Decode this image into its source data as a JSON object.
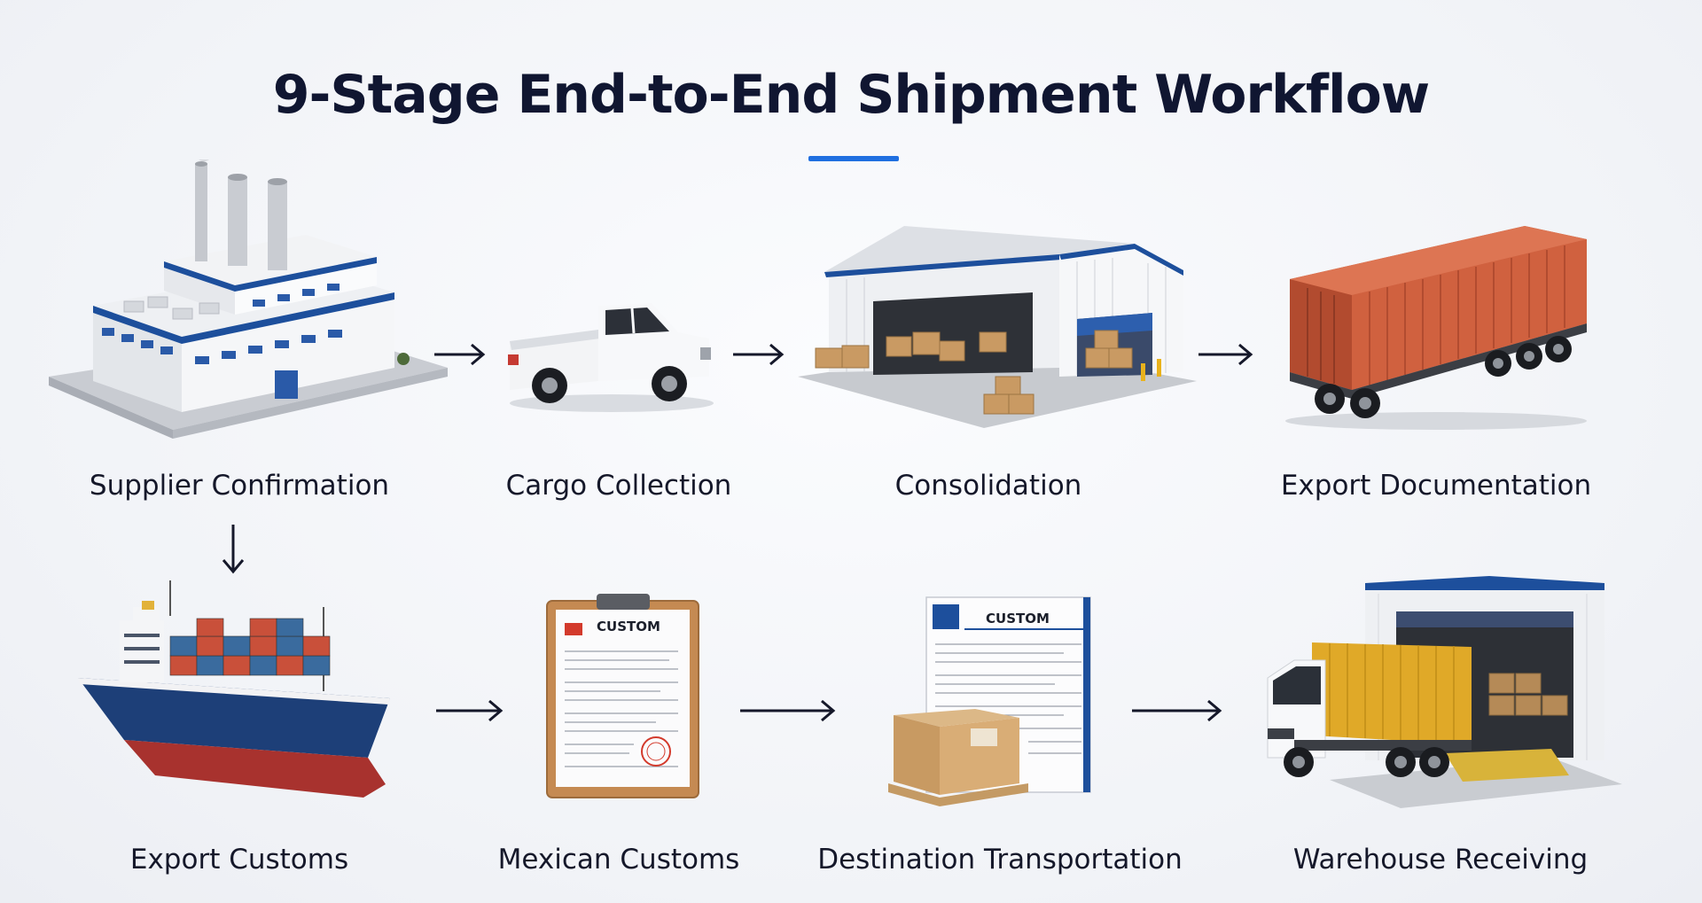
{
  "title": "9-Stage End-to-End Shipment Workflow",
  "stages": [
    {
      "label": "Supplier Confirmation",
      "icon": "factory-icon"
    },
    {
      "label": "Cargo Collection",
      "icon": "pickup-truck-icon"
    },
    {
      "label": "Consolidation",
      "icon": "warehouse-icon"
    },
    {
      "label": "Export Documentation",
      "icon": "container-trailer-icon"
    },
    {
      "label": "Export Customs",
      "icon": "cargo-ship-icon"
    },
    {
      "label": "Mexican Customs",
      "icon": "customs-clipboard-icon"
    },
    {
      "label": "Destination Transportation",
      "icon": "customs-document-box-icon"
    },
    {
      "label": "Warehouse Receiving",
      "icon": "warehouse-truck-dock-icon"
    }
  ],
  "documents": {
    "clipboard_heading": "CUSTOM",
    "sheet_heading": "CUSTOM"
  },
  "colors": {
    "accent": "#1f6fe0",
    "title": "#101631",
    "arrow": "#15182a"
  }
}
